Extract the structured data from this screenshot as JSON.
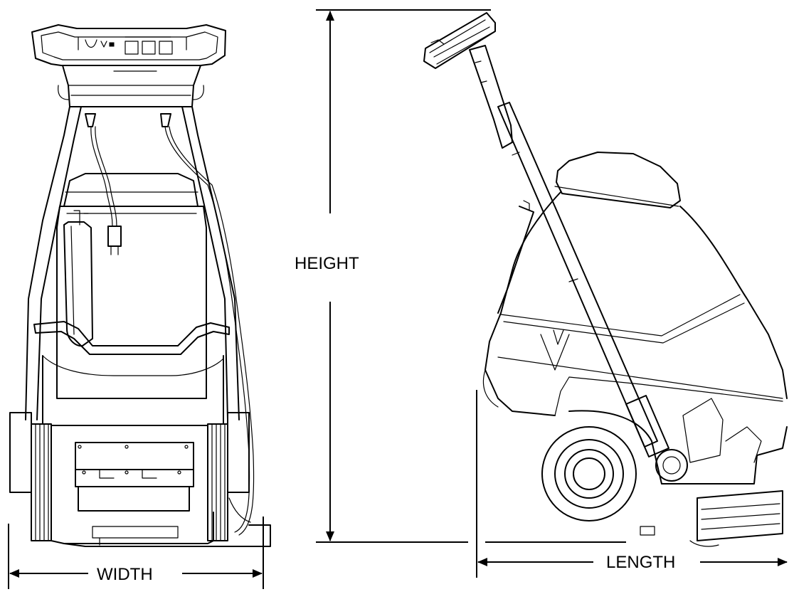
{
  "labels": {
    "height": "HEIGHT",
    "width": "WIDTH",
    "length": "LENGTH"
  },
  "colors": {
    "ink": "#000000",
    "paper": "#ffffff"
  }
}
